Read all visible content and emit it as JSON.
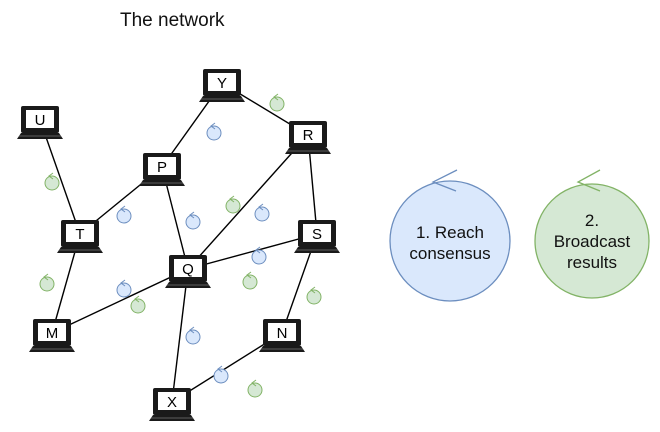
{
  "title": "The network",
  "colors": {
    "consensus_fill": "#dae8fc",
    "consensus_stroke": "#6c8ebf",
    "broadcast_fill": "#d5e8d4",
    "broadcast_stroke": "#82b366",
    "node": "#1a1a1a"
  },
  "nodes": [
    {
      "id": "U",
      "label": "U"
    },
    {
      "id": "Y",
      "label": "Y"
    },
    {
      "id": "R",
      "label": "R"
    },
    {
      "id": "P",
      "label": "P"
    },
    {
      "id": "T",
      "label": "T"
    },
    {
      "id": "S",
      "label": "S"
    },
    {
      "id": "Q",
      "label": "Q"
    },
    {
      "id": "M",
      "label": "M"
    },
    {
      "id": "N",
      "label": "N"
    },
    {
      "id": "X",
      "label": "X"
    }
  ],
  "edges": [
    [
      "U",
      "T"
    ],
    [
      "T",
      "P"
    ],
    [
      "T",
      "M"
    ],
    [
      "P",
      "Y"
    ],
    [
      "P",
      "Q"
    ],
    [
      "Y",
      "R"
    ],
    [
      "R",
      "Q"
    ],
    [
      "R",
      "S"
    ],
    [
      "Q",
      "S"
    ],
    [
      "Q",
      "M"
    ],
    [
      "Q",
      "X"
    ],
    [
      "S",
      "N"
    ],
    [
      "X",
      "N"
    ]
  ],
  "legend": {
    "consensus": {
      "label_line1": "1. Reach",
      "label_line2": "consensus",
      "icon": "cycle-arrow-icon"
    },
    "broadcast": {
      "label_line1": "2.",
      "label_line2": "Broadcast",
      "label_line3": "results",
      "icon": "cycle-arrow-icon"
    }
  }
}
